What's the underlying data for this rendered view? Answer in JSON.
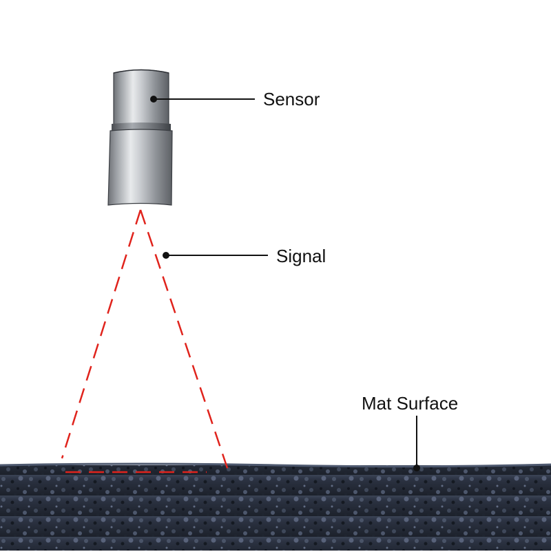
{
  "labels": {
    "sensor": "Sensor",
    "signal": "Signal",
    "mat_surface": "Mat Surface"
  },
  "colors": {
    "background": "#ffffff",
    "signal": "#e0231c",
    "leader_line": "#111111",
    "asphalt": "#2a3240"
  },
  "icons": [
    "sensor-cylinder-icon"
  ]
}
